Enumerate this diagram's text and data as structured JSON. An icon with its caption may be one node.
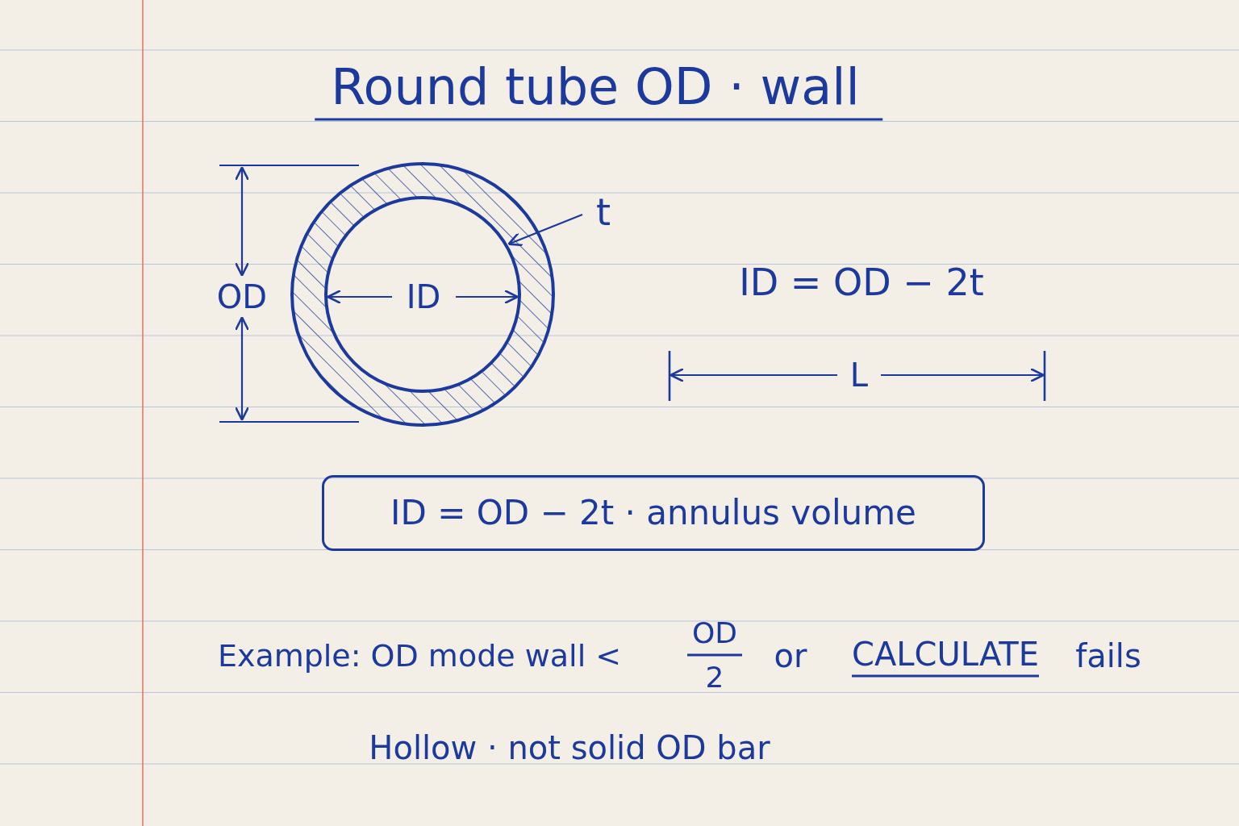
{
  "diagram": {
    "title": "Round tube OD · wall",
    "nodes": [
      {
        "text": [
          "t"
        ]
      },
      {
        "text": [],
        "shape": "circle"
      },
      {
        "text": [
          "ID = OD − 2t · annulus volume"
        ]
      }
    ],
    "edges": [
      {
        "from": 0,
        "to": 1,
        "arrow": "to"
      }
    ],
    "labels": [
      "OD",
      "ID",
      "ID = OD − 2t",
      "L",
      "Example: OD mode wall <",
      "OD",
      "2",
      "or",
      "CALCULATE",
      "fails",
      "Hollow · not solid OD bar"
    ]
  }
}
